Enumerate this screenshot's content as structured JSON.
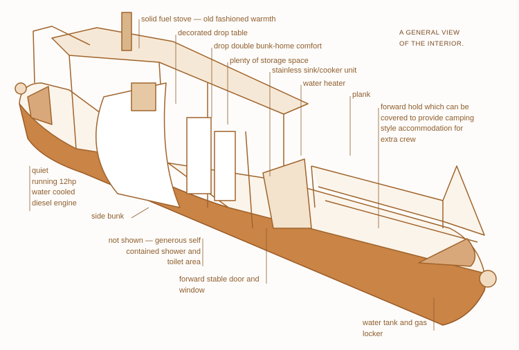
{
  "title": {
    "line1": "A GENERAL VIEW",
    "line2": "OF THE INTERIOR."
  },
  "labels": {
    "stove": "solid fuel stove — old fashioned warmth",
    "table": "decorated drop table",
    "bunk": "drop double bunk-home comfort",
    "storage": "plenty of storage space",
    "sink": "stainless sink/cooker unit",
    "heater": "water heater",
    "plank": "plank",
    "hold": [
      "forward hold which can be",
      "covered to provide camping",
      "style accommodation for",
      "extra crew"
    ],
    "engine": [
      "quiet",
      "running 12hp",
      "water cooled",
      "diesel engine"
    ],
    "side_bunk": "side bunk",
    "shower": [
      "not shown — generous self",
      "contained shower and",
      "toilet area"
    ],
    "door": [
      "forward stable door and",
      "window"
    ],
    "tank": [
      "water tank and gas",
      "locker"
    ]
  },
  "colors": {
    "ink": "#8f5e2e",
    "hull": "#c98446",
    "line": "#a0642c"
  }
}
